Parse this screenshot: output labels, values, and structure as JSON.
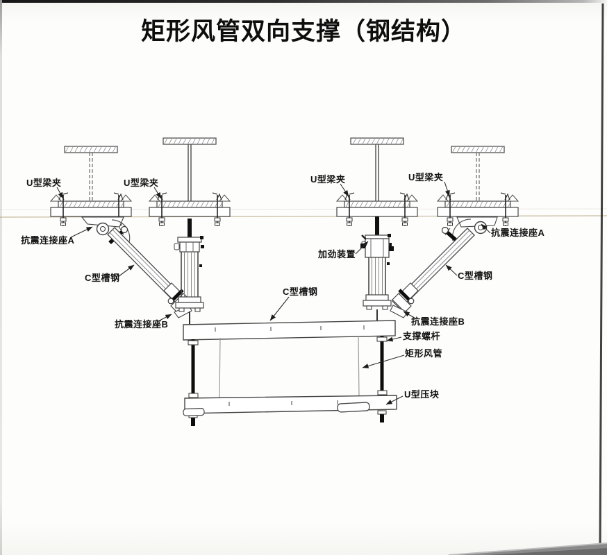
{
  "title": "矩形风管双向支撑（钢结构）",
  "labels": [
    {
      "id": "u-beam-clamp-1",
      "text": "U型梁夹"
    },
    {
      "id": "u-beam-clamp-2",
      "text": "U型梁夹"
    },
    {
      "id": "u-beam-clamp-3",
      "text": "U型梁夹"
    },
    {
      "id": "u-beam-clamp-4",
      "text": "U型梁夹"
    },
    {
      "id": "seismic-seat-a-left",
      "text": "抗震连接座A"
    },
    {
      "id": "stiffening-device",
      "text": "加劲装置"
    },
    {
      "id": "seismic-seat-a-right",
      "text": "抗震连接座A"
    },
    {
      "id": "c-channel-left",
      "text": "C型槽钢"
    },
    {
      "id": "c-channel-mid",
      "text": "C型槽钢"
    },
    {
      "id": "c-channel-right",
      "text": "C型槽钢"
    },
    {
      "id": "seismic-seat-b-left",
      "text": "抗震连接座B"
    },
    {
      "id": "seismic-seat-b-right",
      "text": "抗震连接座B"
    },
    {
      "id": "support-screw-rod",
      "text": "支撑螺杆"
    },
    {
      "id": "rectangular-duct",
      "text": "矩形风管"
    },
    {
      "id": "u-press-block",
      "text": "U型压块"
    }
  ],
  "colors": {
    "ink": "#3a3a3a",
    "bold_rod": "#0d0d0d",
    "paper": "#fcfcfb",
    "ceiling_tint": "#b9a882"
  }
}
